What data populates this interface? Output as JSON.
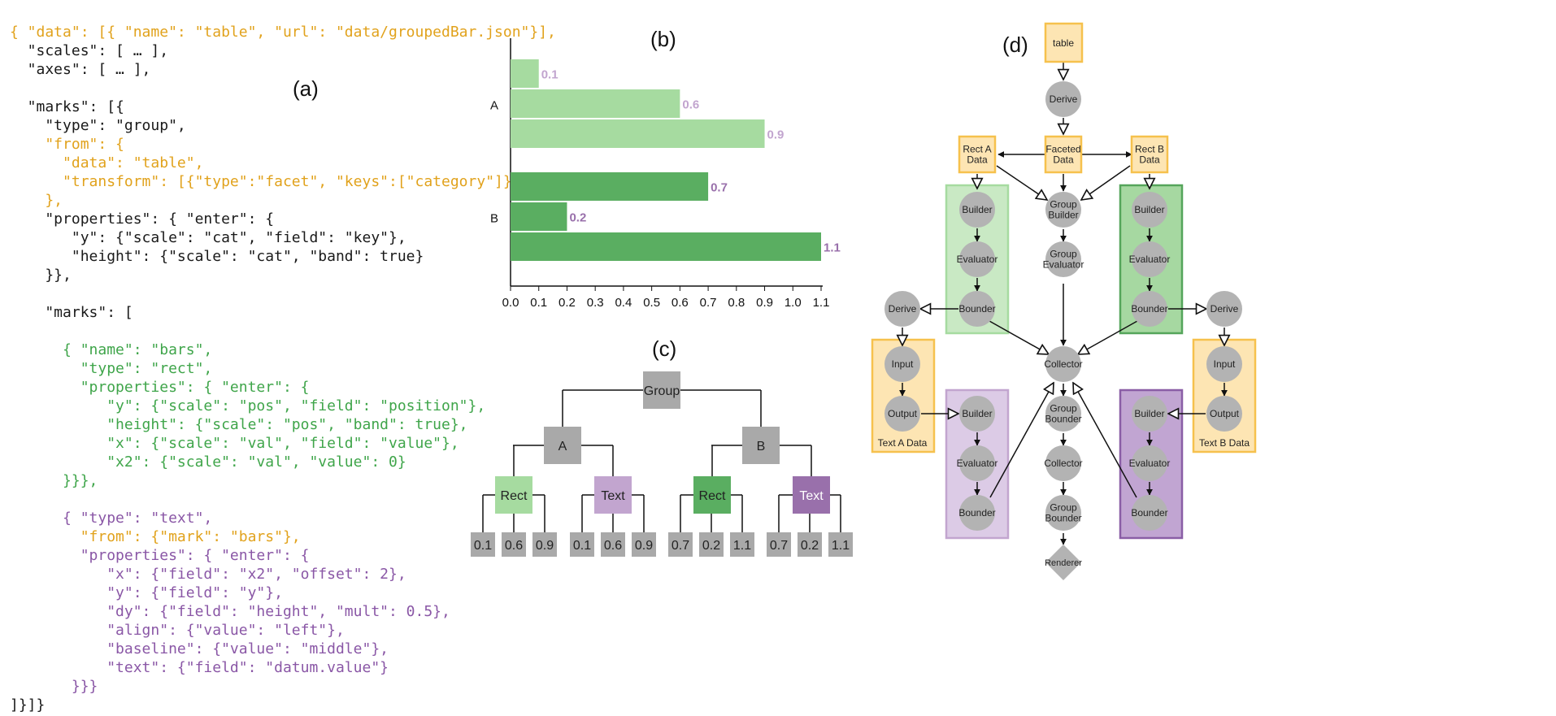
{
  "panels": {
    "a": "(a)",
    "b": "(b)",
    "c": "(c)",
    "d": "(d)"
  },
  "spec_lines": [
    {
      "text": "{ \"data\": [{ \"name\": \"table\", \"url\": \"data/groupedBar.json\"}],",
      "color": "orange"
    },
    {
      "text": "  \"scales\": [ … ],",
      "color": "default"
    },
    {
      "text": "  \"axes\": [ … ],",
      "color": "default"
    },
    {
      "text": "",
      "color": "default"
    },
    {
      "text": "  \"marks\": [{",
      "color": "default"
    },
    {
      "text": "    \"type\": \"group\",",
      "color": "default"
    },
    {
      "text": "    \"from\": {",
      "color": "orange"
    },
    {
      "text": "      \"data\": \"table\",",
      "color": "orange"
    },
    {
      "text": "      \"transform\": [{\"type\":\"facet\", \"keys\":[\"category\"]}]",
      "color": "orange"
    },
    {
      "text": "    },",
      "color": "orange"
    },
    {
      "text": "    \"properties\": { \"enter\": {",
      "color": "default"
    },
    {
      "text": "       \"y\": {\"scale\": \"cat\", \"field\": \"key\"},",
      "color": "default"
    },
    {
      "text": "       \"height\": {\"scale\": \"cat\", \"band\": true}",
      "color": "default"
    },
    {
      "text": "    }},",
      "color": "default"
    },
    {
      "text": "",
      "color": "default"
    },
    {
      "text": "    \"marks\": [",
      "color": "default"
    },
    {
      "text": "",
      "color": "default"
    },
    {
      "text": "      { \"name\": \"bars\",",
      "color": "green"
    },
    {
      "text": "        \"type\": \"rect\",",
      "color": "green"
    },
    {
      "text": "        \"properties\": { \"enter\": {",
      "color": "green"
    },
    {
      "text": "           \"y\": {\"scale\": \"pos\", \"field\": \"position\"},",
      "color": "green"
    },
    {
      "text": "           \"height\": {\"scale\": \"pos\", \"band\": true},",
      "color": "green"
    },
    {
      "text": "           \"x\": {\"scale\": \"val\", \"field\": \"value\"},",
      "color": "green"
    },
    {
      "text": "           \"x2\": {\"scale\": \"val\", \"value\": 0}",
      "color": "green"
    },
    {
      "text": "      }}},",
      "color": "green"
    },
    {
      "text": "",
      "color": "default"
    },
    {
      "text": "      { \"type\": \"text\",",
      "color": "purple"
    },
    {
      "text": "        \"from\": {\"mark\": \"bars\"},",
      "color": "orange"
    },
    {
      "text": "        \"properties\": { \"enter\": {",
      "color": "purple"
    },
    {
      "text": "           \"x\": {\"field\": \"x2\", \"offset\": 2},",
      "color": "purple"
    },
    {
      "text": "           \"y\": {\"field\": \"y\"},",
      "color": "purple"
    },
    {
      "text": "           \"dy\": {\"field\": \"height\", \"mult\": 0.5},",
      "color": "purple"
    },
    {
      "text": "           \"align\": {\"value\": \"left\"},",
      "color": "purple"
    },
    {
      "text": "           \"baseline\": {\"value\": \"middle\"},",
      "color": "purple"
    },
    {
      "text": "           \"text\": {\"field\": \"datum.value\"}",
      "color": "purple"
    },
    {
      "text": "       }}}",
      "color": "purple"
    },
    {
      "text": "]}]}",
      "color": "default"
    }
  ],
  "chart_data": {
    "type": "bar",
    "orientation": "horizontal",
    "categories": [
      "A",
      "B"
    ],
    "groups": [
      {
        "category": "A",
        "values": [
          0.1,
          0.6,
          0.9
        ],
        "labels": [
          "0.1",
          "0.6",
          "0.9"
        ]
      },
      {
        "category": "B",
        "values": [
          0.7,
          0.2,
          1.1
        ],
        "labels": [
          "0.7",
          "0.2",
          "1.1"
        ]
      }
    ],
    "xticks": [
      "0.0",
      "0.1",
      "0.2",
      "0.3",
      "0.4",
      "0.5",
      "0.6",
      "0.7",
      "0.8",
      "0.9",
      "1.0",
      "1.1"
    ],
    "xlim": [
      0,
      1.1
    ],
    "grid": false,
    "colors": {
      "A": "#a6dba0",
      "B": "#5aae61",
      "label_A": "#c2a5cf",
      "label_B": "#9970ab"
    }
  },
  "scenegraph": {
    "root": "Group",
    "groups": [
      "A",
      "B"
    ],
    "mark_nodes": [
      "Rect",
      "Text",
      "Rect",
      "Text"
    ],
    "items": [
      "0.1",
      "0.6",
      "0.9",
      "0.1",
      "0.6",
      "0.9",
      "0.7",
      "0.2",
      "1.1",
      "0.7",
      "0.2",
      "1.1"
    ],
    "colors": {
      "group": "#a9a9a9",
      "rect_a": "#a6dba0",
      "text_a": "#c2a5cf",
      "rect_b": "#5aae61",
      "text_b": "#9970ab"
    }
  },
  "dataflow": {
    "nodes": {
      "table": "table",
      "derive": "Derive",
      "faceted_data": "Faceted\nData",
      "rect_a_data": "Rect A\nData",
      "rect_b_data": "Rect B\nData",
      "group_builder": "Group\nBuilder",
      "group_evaluator": "Group\nEvaluator",
      "builder": "Builder",
      "evaluator": "Evaluator",
      "bounder": "Bounder",
      "collector": "Collector",
      "group_bounder": "Group\nBounder",
      "input": "Input",
      "output": "Output",
      "renderer": "Renderer"
    },
    "box_labels": {
      "text_a": "Text A Data",
      "text_b": "Text B Data"
    },
    "colors": {
      "data": "#fde5b3",
      "data_stroke": "#f6c14d",
      "operator": "#b3b3b3",
      "green_light": "#c9e9c4",
      "green_light_stroke": "#a6dba0",
      "green_dark": "#a6d8a1",
      "green_dark_stroke": "#55a55b",
      "purple_light": "#dccbe6",
      "purple_light_stroke": "#c2a5cf",
      "purple_dark": "#c1a5d2",
      "purple_dark_stroke": "#8a5ea6"
    }
  }
}
